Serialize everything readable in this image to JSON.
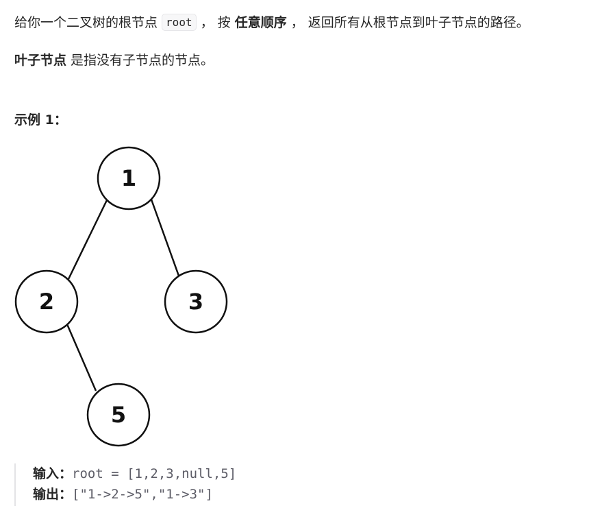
{
  "description": {
    "line1": {
      "prefix": "给你一个二叉树的根节点 ",
      "code": "root",
      "mid": " ， 按 ",
      "bold": "任意顺序",
      "suffix": " ， 返回所有从根节点到叶子节点的路径。"
    },
    "line2": {
      "bold": "叶子节点",
      "suffix": " 是指没有子节点的节点。"
    }
  },
  "example": {
    "title": "示例 1：",
    "tree_nodes": [
      "1",
      "2",
      "3",
      "5"
    ],
    "input_label": "输入：",
    "input_value": "root = [1,2,3,null,5]",
    "output_label": "输出：",
    "output_value": "[\"1->2->5\",\"1->3\"]"
  }
}
